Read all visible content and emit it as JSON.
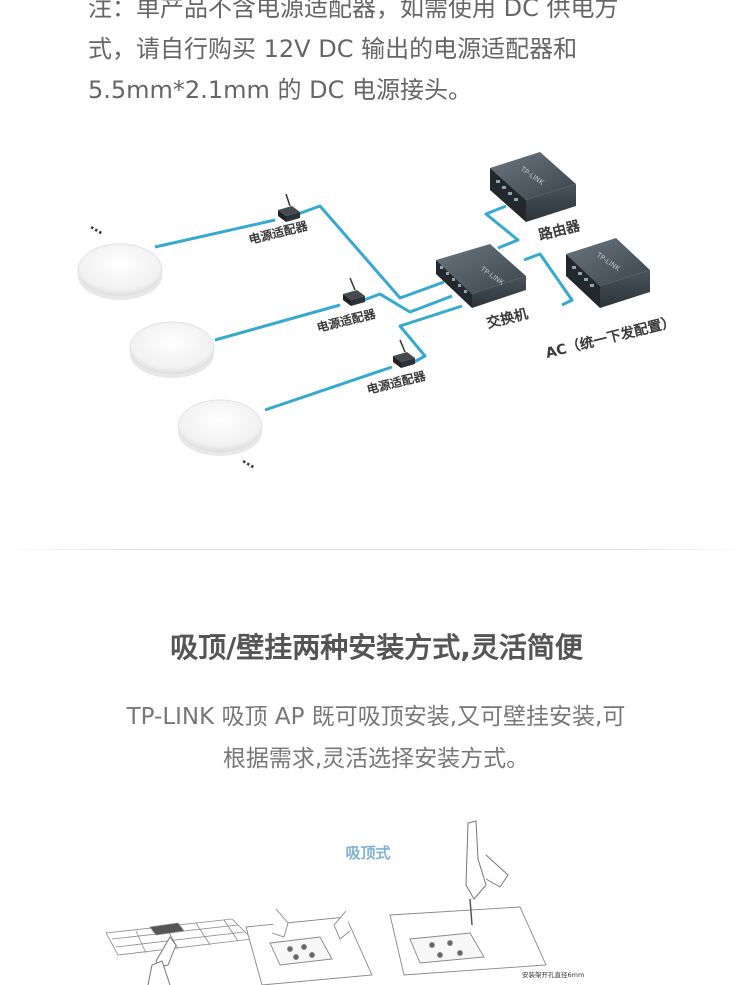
{
  "intro": {
    "line1": "注：单产品不含电源适配器，如需使用 DC 供电方",
    "line2": "式，请自行购买 12V DC 输出的电源适配器和",
    "line3": "5.5mm*2.1mm 的 DC 电源接头。"
  },
  "diagram": {
    "adapter_label": "电源适配器",
    "switch_label": "交换机",
    "router_label": "路由器",
    "ac_label": "AC（统一下发配置）",
    "device_brand": "TP-LINK",
    "ellipsis": "…",
    "line_color": "#35a9cf"
  },
  "section": {
    "title": "吸顶/壁挂两种安装方式,灵活简便",
    "desc_line1": "TP-LINK 吸顶 AP 既可吸顶安装,又可壁挂安装,可",
    "desc_line2": "根据需求,灵活选择安装方式。"
  },
  "install": {
    "ceiling_label": "吸顶式",
    "drill_note": "安装架开孔直径6mm",
    "accent_color": "#7fb2d0"
  }
}
